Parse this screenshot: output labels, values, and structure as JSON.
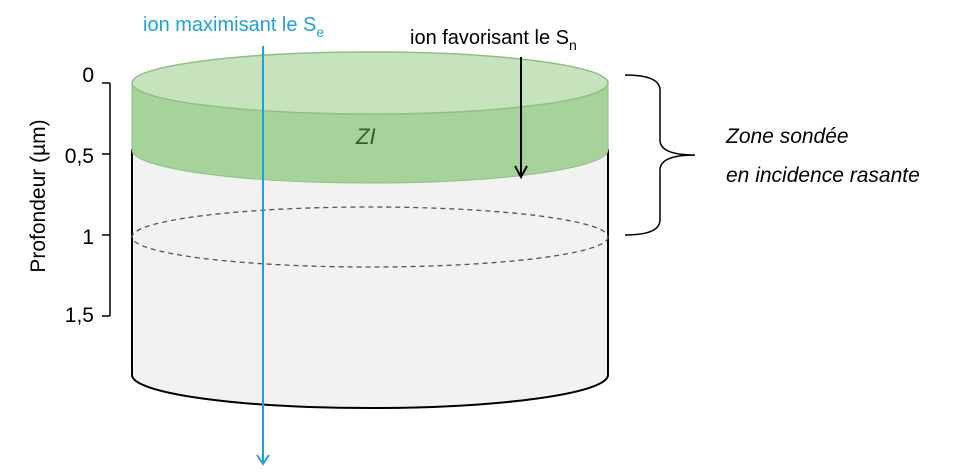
{
  "labels": {
    "ion_se_text": "ion maximisant le S",
    "ion_se_sub": "e",
    "ion_sn_text": "ion favorisant le S",
    "ion_sn_sub": "n",
    "zone_label": "ZI",
    "probed_line1": "Zone sondée",
    "probed_line2": "en incidence rasante",
    "y_axis_label": "Profondeur (µm)"
  },
  "ticks": [
    "0",
    "0,5",
    "1",
    "1,5"
  ],
  "colors": {
    "ion_se": "#1fa1d8",
    "ion_sn": "#000000",
    "zone_fill": "#a6d39a",
    "zone_top": "#c7e3bd",
    "cylinder_fill": "#f2f2f2"
  }
}
